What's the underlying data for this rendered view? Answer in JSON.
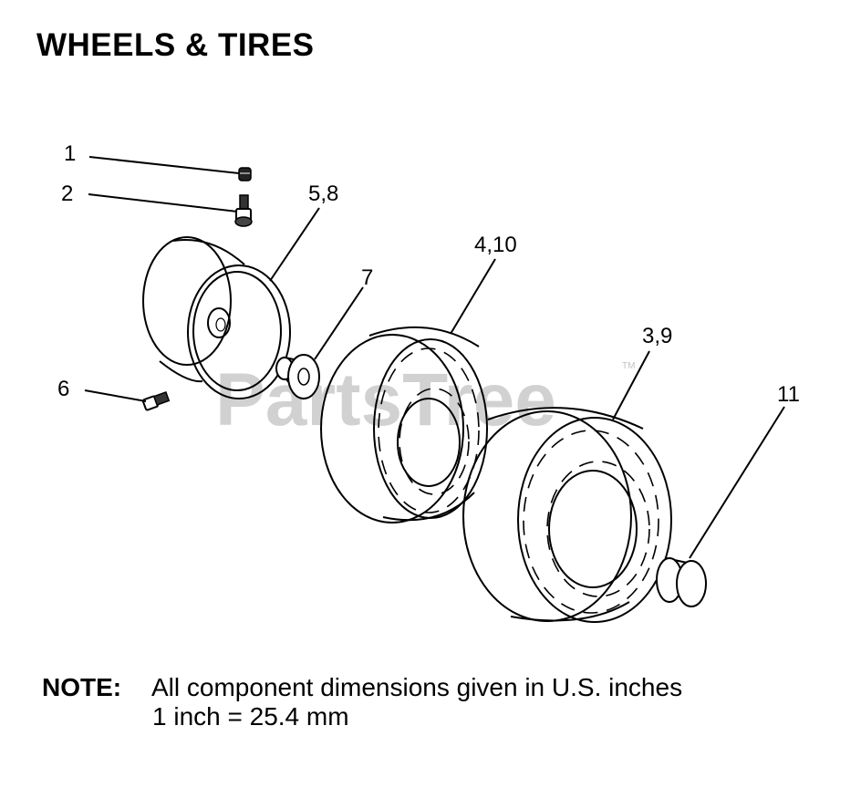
{
  "title": "WHEELS & TIRES",
  "callouts": {
    "c1": "1",
    "c2": "2",
    "c58": "5,8",
    "c7": "7",
    "c410": "4,10",
    "c39": "3,9",
    "c6": "6",
    "c11": "11"
  },
  "watermark": {
    "text": "PartsTree",
    "mark": "TM"
  },
  "note": {
    "label": "NOTE:",
    "line1": "All component dimensions given in U.S. inches",
    "line2": "1 inch = 25.4 mm"
  }
}
